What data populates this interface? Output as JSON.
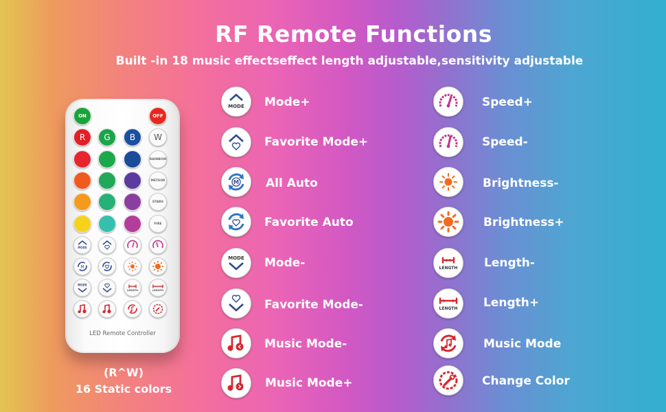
{
  "header": {
    "title": "RF Remote Functions",
    "subtitle": "Built -in 18 music effectseffect length adjustable,sensitivity adjustable"
  },
  "remote": {
    "on_label": "ON",
    "off_label": "OFF",
    "rgbw": [
      "R",
      "G",
      "B",
      "W"
    ],
    "effect_labels": [
      "RAINBOW",
      "METEOR",
      "STARS",
      "FIRE"
    ],
    "mode_label": "MODE",
    "length_label": "LENGTH",
    "m_label": "M",
    "footer_label": "LED Remote Controller",
    "colors": {
      "on": "#19a33b",
      "off": "#e8281f",
      "red": "#e41f26",
      "green": "#1ba54a",
      "blue": "#1b4fa0"
    }
  },
  "caption": {
    "line1": "(R^W)",
    "line2": "16 Static colors"
  },
  "functions_left": [
    {
      "label": "Mode+",
      "icon": "mode-up-icon"
    },
    {
      "label": "Favorite Mode+",
      "icon": "favorite-up-icon"
    },
    {
      "label": "All Auto",
      "icon": "all-auto-icon"
    },
    {
      "label": "Favorite Auto",
      "icon": "favorite-auto-icon"
    },
    {
      "label": "Mode-",
      "icon": "mode-down-icon"
    },
    {
      "label": "Favorite Mode-",
      "icon": "favorite-down-icon"
    },
    {
      "label": "Music Mode-",
      "icon": "music-prev-icon"
    },
    {
      "label": "Music Mode+",
      "icon": "music-next-icon"
    }
  ],
  "functions_right": [
    {
      "label": "Speed+",
      "icon": "speed-up-icon"
    },
    {
      "label": "Speed-",
      "icon": "speed-down-icon"
    },
    {
      "label": "Brightness-",
      "icon": "brightness-down-icon"
    },
    {
      "label": "Brightness+",
      "icon": "brightness-up-icon"
    },
    {
      "label": "Length-",
      "icon": "length-down-icon"
    },
    {
      "label": "Length+",
      "icon": "length-up-icon"
    },
    {
      "label": "Music Mode",
      "icon": "music-mode-icon"
    },
    {
      "label": "Change Color",
      "icon": "change-color-icon"
    }
  ],
  "icon_colors": {
    "navy": "#2f4a8e",
    "magenta": "#c2338a",
    "orange": "#f26a1f",
    "red": "#d8262e"
  }
}
